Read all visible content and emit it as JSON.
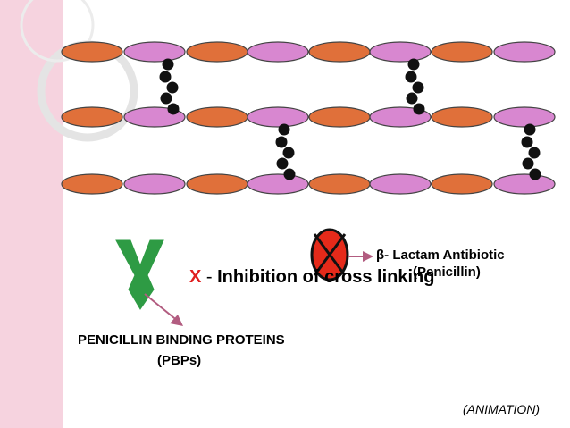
{
  "diagram": {
    "chain_pattern": [
      "orange",
      "purple",
      "purple",
      "orange",
      "purple",
      "orange",
      "purple",
      "orange",
      "purple"
    ],
    "colors": {
      "orange": "#e0703a",
      "purple": "#d887d0",
      "bead": "#111111",
      "pbp": "#2e9b44",
      "inhibitor": "#e52a1a",
      "arrow": "#b25c80",
      "x_mark": "#e02020",
      "sidebar": "#f6d3df"
    }
  },
  "labels": {
    "inhibition_x": "X",
    "inhibition_dash": " - ",
    "inhibition_text": "Inhibition of cross linking",
    "antibiotic_line1": "β- Lactam Antibiotic",
    "antibiotic_line2": "(Penicillin)",
    "pbp_line1": "PENICILLIN BINDING PROTEINS",
    "pbp_line2": "(PBPs)",
    "animation": "(ANIMATION)"
  }
}
